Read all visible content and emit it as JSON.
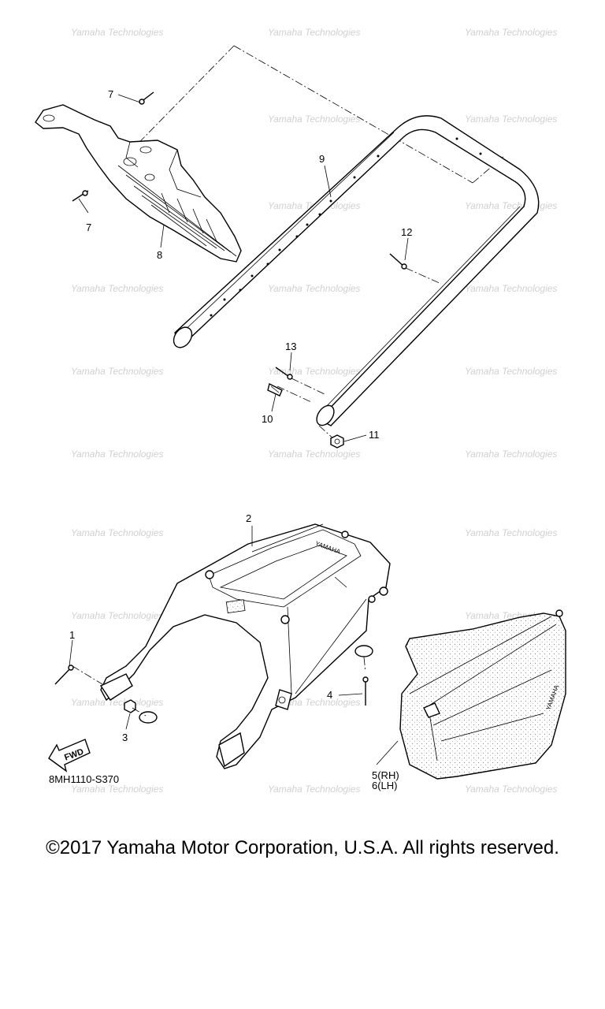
{
  "callouts": {
    "c1": "1",
    "c2": "2",
    "c3": "3",
    "c4": "4",
    "c5": "5(RH)",
    "c6": "6(LH)",
    "c7a": "7",
    "c7b": "7",
    "c8": "8",
    "c9": "9",
    "c10": "10",
    "c11": "11",
    "c12": "12",
    "c13": "13"
  },
  "fwd_label": "FWD",
  "diagram_code": "8MH1110-S370",
  "copyright": "©2017 Yamaha Motor Corporation, U.S.A. All rights reserved.",
  "watermark": "Yamaha Technologies"
}
